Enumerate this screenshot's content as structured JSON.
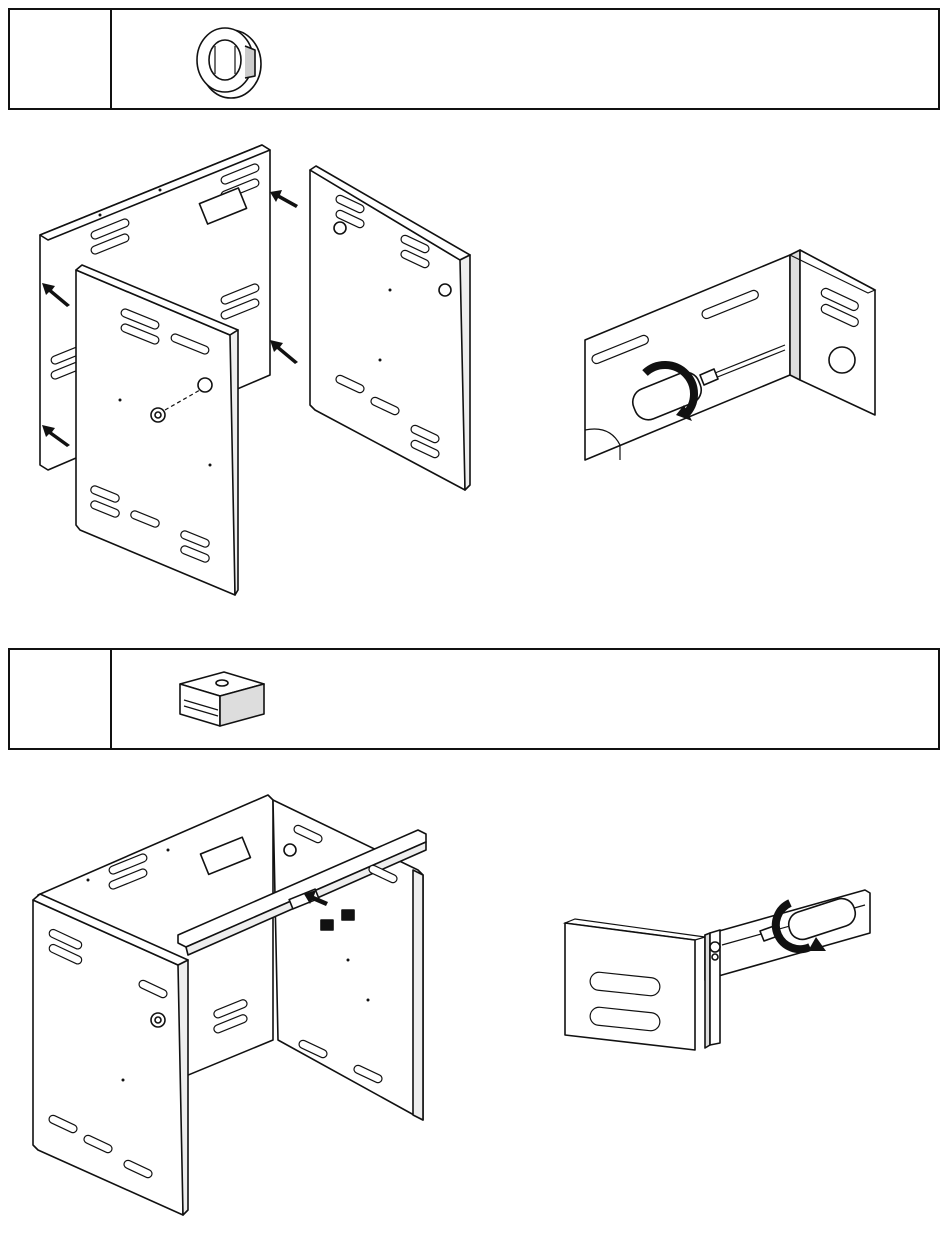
{
  "document": {
    "step_boxes": [
      {
        "part_icon": "grommet-ring-icon"
      },
      {
        "part_icon": "clip-nut-icon"
      }
    ],
    "illustrations": [
      "cabinet-side-panels-exploded",
      "panel-bracket-detail-screwdriver",
      "cabinet-frame-crossbar-assembly",
      "crossbar-bracket-detail-screwdriver"
    ],
    "colors": {
      "line": "#111111",
      "paper": "#ffffff"
    }
  }
}
